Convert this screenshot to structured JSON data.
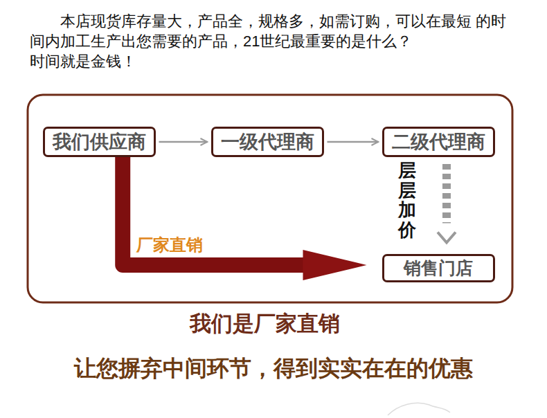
{
  "diagram": {
    "nodes": [
      {
        "text": [
          "我们供应商"
        ]
      },
      {
        "text": [
          "一级代理商"
        ]
      },
      {
        "text": [
          "二级代理商"
        ]
      },
      {
        "text": [
          "销售门店"
        ]
      }
    ],
    "edges": [
      {
        "from": 0,
        "to": 1,
        "arrow": "to"
      },
      {
        "from": 1,
        "to": 2,
        "arrow": "to"
      },
      {
        "from": 2,
        "to": 3,
        "label": "层层加价",
        "arrow": "to"
      },
      {
        "from": 0,
        "to": 3,
        "label": "厂家直销",
        "arrow": "to"
      }
    ],
    "labels": [
      "本店现货库存量大，产品全，规格多，如需订购，可以在最短 的时间内加工生产出您需要的产品，21世纪最重要的是什么？",
      "时间就是金钱！",
      "我们是厂家直销",
      "让您摒弃中间环节，得到实实在在的优惠"
    ]
  }
}
